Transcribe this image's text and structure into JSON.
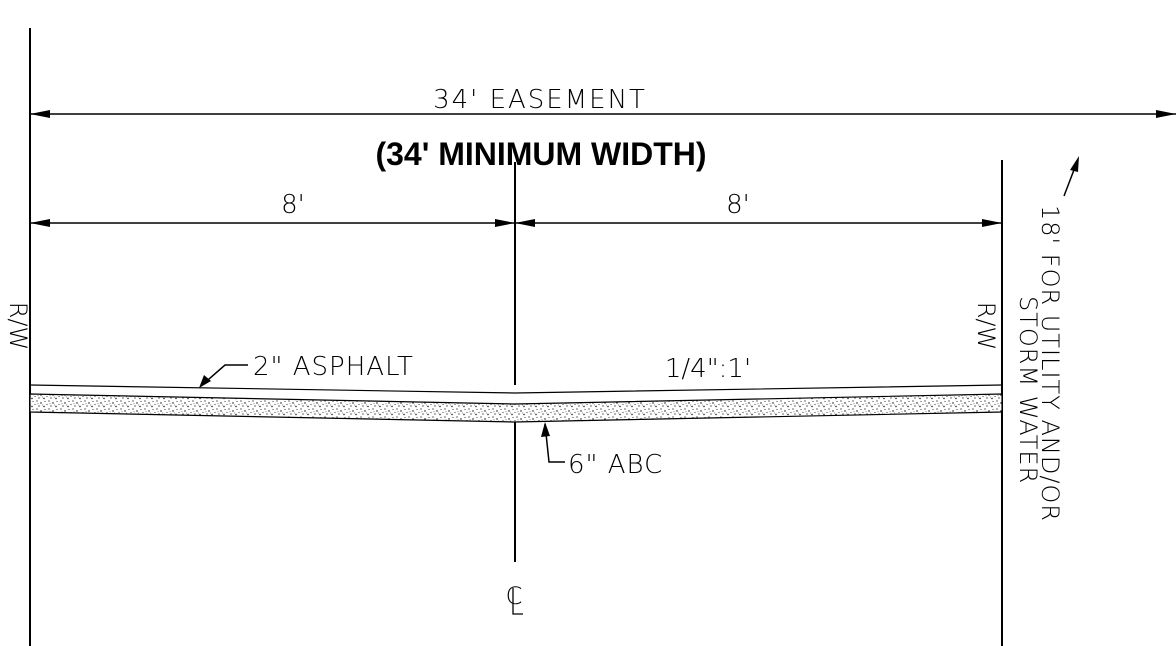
{
  "easement_label": "34' EASEMENT",
  "minimum_width_label": "(34' MINIMUM WIDTH)",
  "left_dim_label": "8'",
  "right_dim_label": "8'",
  "rw_left": "R/W",
  "rw_right": "R/W",
  "asphalt_label": "2\" ASPHALT",
  "slope_label": "1/4\":1'",
  "abc_label": "6\" ABC",
  "centerline_symbol": "C",
  "side_note_line1": "18' FOR UTILITY AND/OR",
  "side_note_line2": "STORM WATER",
  "colors": {
    "line": "#000000",
    "background": "#ffffff"
  }
}
